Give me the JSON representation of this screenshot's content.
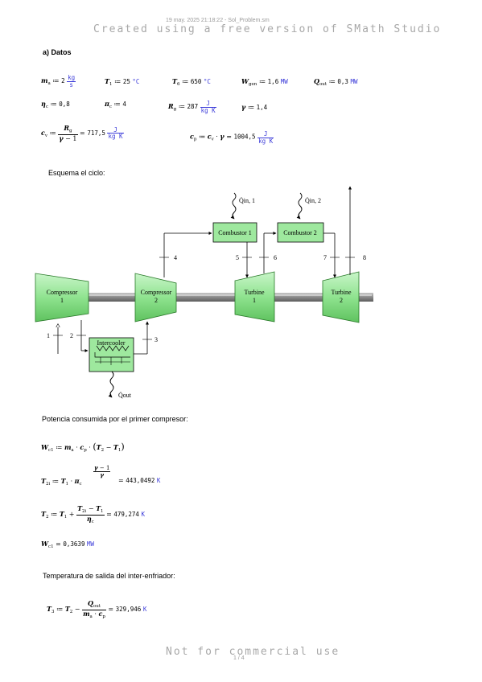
{
  "header": {
    "timestamp": "19 may. 2025 21:18:22 - Sol_Problem.sm",
    "watermark_top": "Created using a free version of SMath Studio",
    "watermark_bottom": "Not for commercial use",
    "page": "1 / 4"
  },
  "sections": {
    "datos": "a) Datos",
    "esquema": "Esquema el ciclo:",
    "potencia": "Potencia consumida por el primer compresor:",
    "temperatura": "Temperatura de salida del inter-enfriador:"
  },
  "values": {
    "ma": "2",
    "ma_unit_num": "kg",
    "ma_unit_den": "s",
    "T1": "25",
    "T1_unit": "°C",
    "T6": "650",
    "T6_unit": "°C",
    "Wgen": "1,6",
    "Wgen_unit": "MW",
    "Qout": "0,3",
    "Qout_unit": "MW",
    "etac": "0,8",
    "pic": "4",
    "Rg": "287",
    "Rg_unit_num": "J",
    "Rg_unit_den": "kg K",
    "gamma": "1,4",
    "cv": "717,5",
    "cv_unit_num": "J",
    "cv_unit_den": "kg K",
    "cp": "1004,5",
    "cp_unit_num": "J",
    "cp_unit_den": "kg K",
    "T2i": "443,0492",
    "T2i_unit": "K",
    "T2": "479,274",
    "T2_unit": "K",
    "Wc1": "0,3639",
    "Wc1_unit": "MW",
    "T3": "329,946",
    "T3_unit": "K"
  },
  "diagram": {
    "compressor1": "Compressor",
    "compressor1_num": "1",
    "compressor2": "Compressor",
    "compressor2_num": "2",
    "turbine1": "Turbine",
    "turbine1_num": "1",
    "turbine2": "Turbine",
    "turbine2_num": "2",
    "intercooler": "Intercooler",
    "combustor1": "Combustor 1",
    "combustor2": "Combustor 2",
    "q_in1": "Q̇in, 1",
    "q_in2": "Q̇in, 2",
    "q_out": "Q̇out",
    "state_labels": [
      "1",
      "2",
      "3",
      "4",
      "5",
      "6",
      "7",
      "8"
    ],
    "colors": {
      "component_fill": "#9ee89e",
      "component_stroke": "#2a7a2a",
      "shaft": "#8d8d8d"
    }
  }
}
